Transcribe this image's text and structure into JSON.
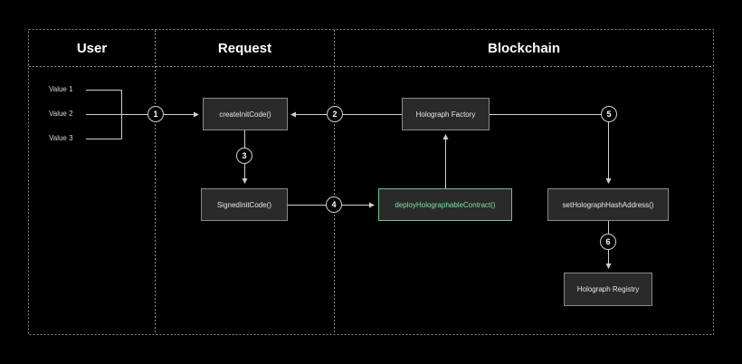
{
  "lanes": {
    "user": "User",
    "request": "Request",
    "blockchain": "Blockchain"
  },
  "inputs": [
    "Value 1",
    "Value 2",
    "Value 3"
  ],
  "nodes": {
    "create_init_code": "createInitCode()",
    "signed_init_code": "SignedInitCode()",
    "holograph_factory": "Holograph Factory",
    "deploy_contract": "deployHolographableContract()",
    "set_hash_address": "setHolographHashAddress()",
    "holograph_registry": "Holograph Registry"
  },
  "steps": [
    "1",
    "2",
    "3",
    "4",
    "5",
    "6"
  ],
  "colors": {
    "background": "#000000",
    "node_fill": "#2a2a2a",
    "node_border": "#8a8a8a",
    "accent_text": "#7fe0a8",
    "line": "#cfcfcf"
  }
}
